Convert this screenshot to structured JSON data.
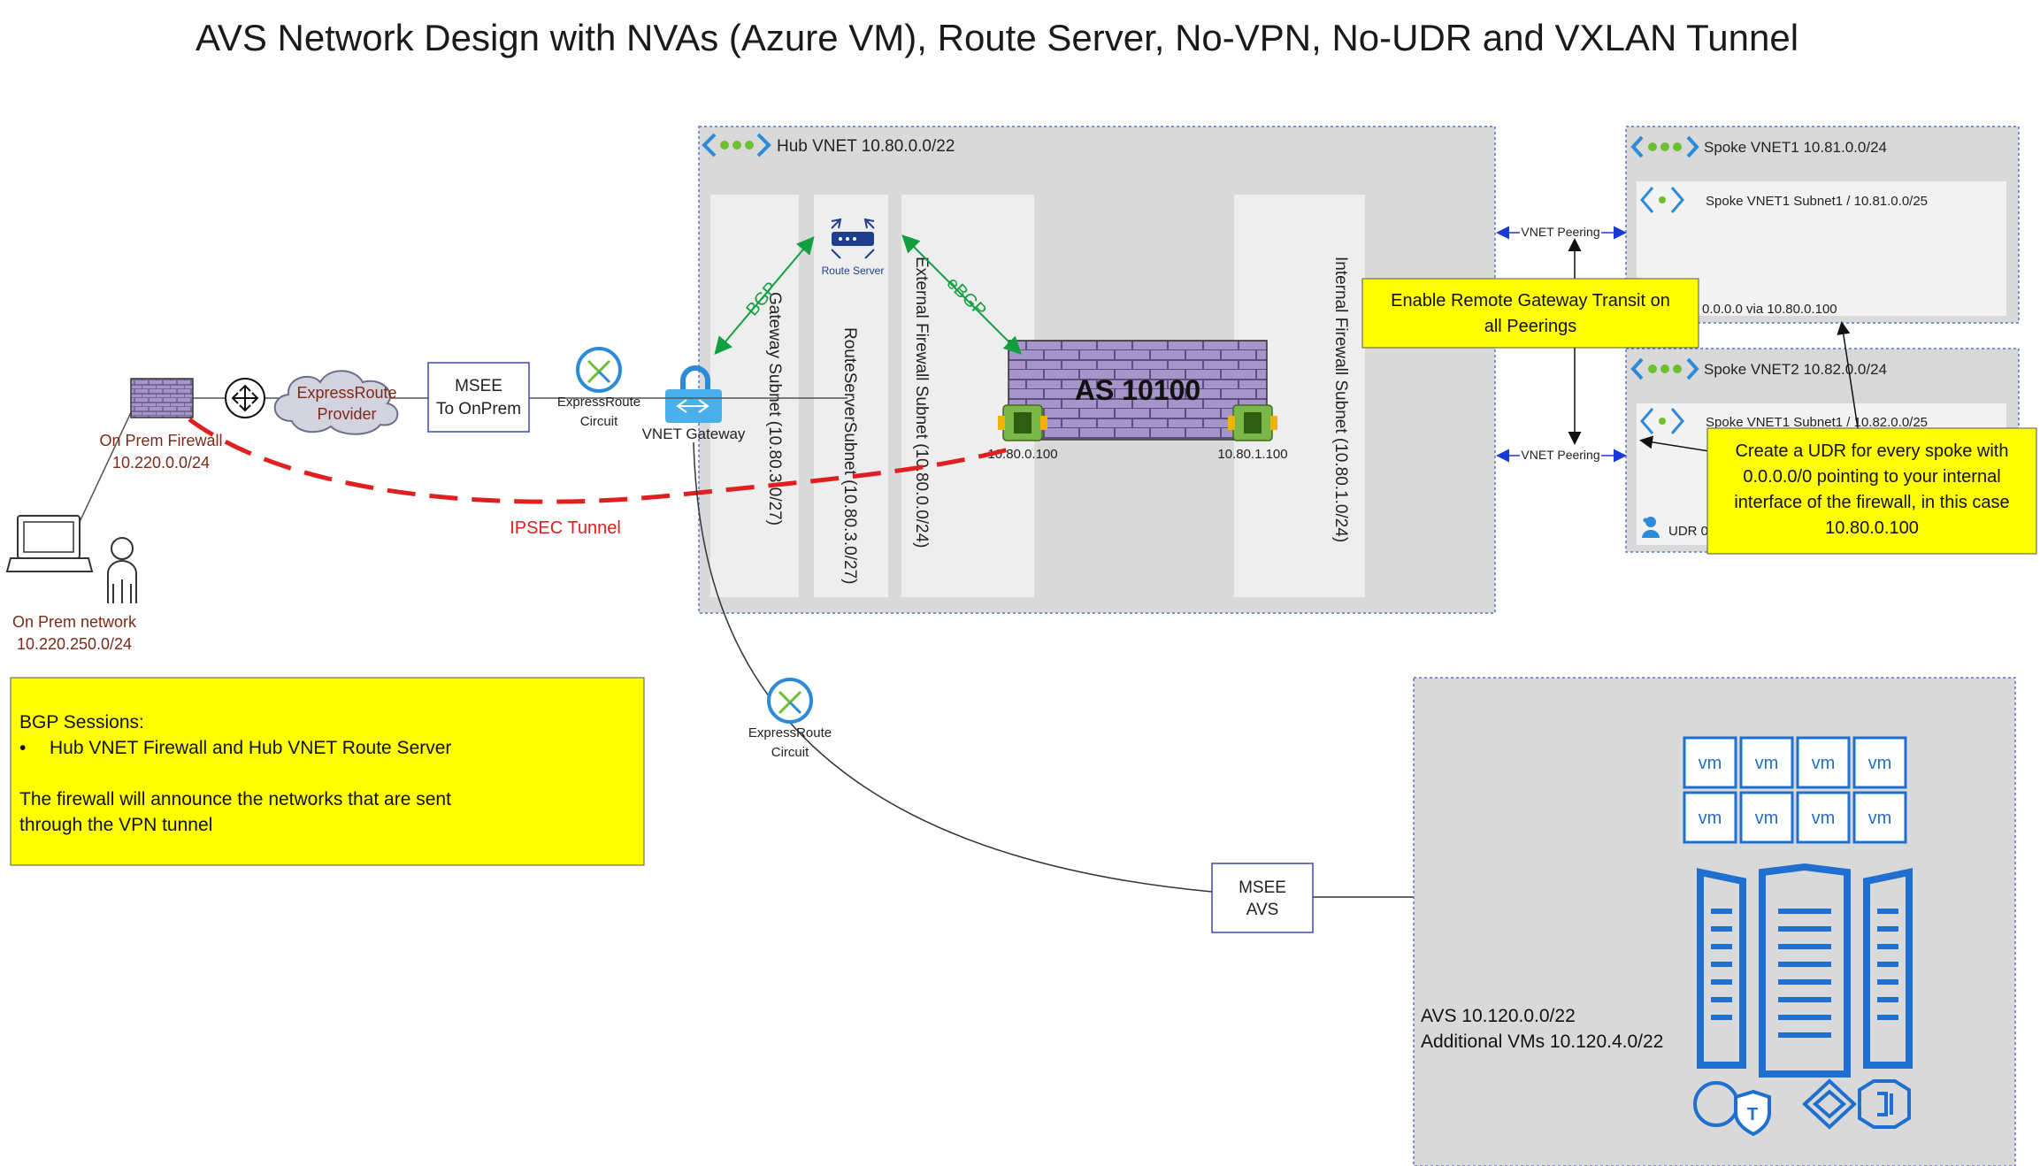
{
  "title": "AVS Network Design with NVAs (Azure VM), Route Server, No-VPN, No-UDR and VXLAN Tunnel",
  "hub": {
    "label": "Hub VNET 10.80.0.0/22",
    "subnets": {
      "gateway": "Gateway Subnet (10.80.3.0/27)",
      "route_server": "RouteServerSubnet (10.80.3.0/27)",
      "external": "External Firewall Subnet (10.80.0.0/24)",
      "internal": "Internal Firewall Subnet (10.80.1.0/24)"
    },
    "route_server_label": "Route Server",
    "bgp_label": "BGP",
    "ebgp_label": "eBGP",
    "firewall_as": "AS 10100",
    "nic_external_ip": "10.80.0.100",
    "nic_internal_ip": "10.80.1.100",
    "vnet_gateway_label": "VNET Gateway"
  },
  "spoke1": {
    "label": "Spoke VNET1 10.81.0.0/24",
    "subnet_label": "Spoke VNET1 Subnet1 / 10.81.0.0/25",
    "route": "0.0.0.0 via 10.80.0.100"
  },
  "spoke2": {
    "label": "Spoke VNET2 10.82.0.0/24",
    "subnet_label": "Spoke VNET1 Subnet1 / 10.82.0.0/25",
    "udr_label": "UDR 0"
  },
  "peering_label": "VNET Peering",
  "notes": {
    "remote_gateway": "Enable Remote Gateway Transit on all Peerings",
    "udr": "Create a UDR for every spoke with 0.0.0.0/0 pointing to your internal interface of the firewall, in this case 10.80.0.100",
    "bgp_sessions": {
      "heading": "BGP Sessions:",
      "bullet": "Hub VNET Firewall and Hub VNET Route Server",
      "line1": "The firewall will announce the networks that are sent",
      "line2": "through the VPN tunnel"
    }
  },
  "onprem": {
    "firewall_label": "On Prem Firewall",
    "firewall_net": "10.220.0.0/24",
    "network_label": "On Prem network",
    "network_net": "10.220.250.0/24",
    "provider_line1": "ExpressRoute",
    "provider_line2": "Provider",
    "msee_line1": "MSEE",
    "msee_line2": "To OnPrem",
    "circuit_line1": "ExpressRoute",
    "circuit_line2": "Circuit",
    "ipsec_label": "IPSEC Tunnel"
  },
  "avs": {
    "circuit_line1": "ExpressRoute",
    "circuit_line2": "Circuit",
    "msee_line1": "MSEE",
    "msee_line2": "AVS",
    "label_line1": "AVS 10.120.0.0/22",
    "label_line2": "Additional VMs 10.120.4.0/22",
    "vm_label": "vm"
  },
  "colors": {
    "container_gray": "#d9d9d9",
    "subnet_gray": "#eeeeee",
    "note_yellow": "#ffff00",
    "bgp_green": "#10a040",
    "ipsec_red": "#e02020",
    "azure_blue": "#1f6fd0",
    "firewall_purple": "#9f8fc0"
  }
}
